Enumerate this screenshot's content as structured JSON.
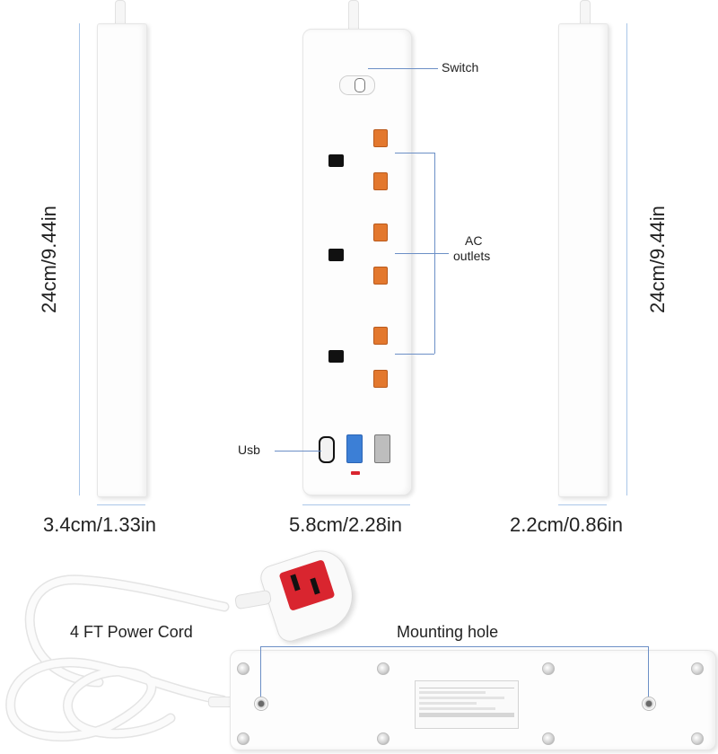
{
  "dimensions": {
    "height_left": "24cm/9.44in",
    "height_right": "24cm/9.44in",
    "width_left": "3.4cm/1.33in",
    "width_center": "5.8cm/2.28in",
    "width_right": "2.2cm/0.86in"
  },
  "callouts": {
    "switch": "Switch",
    "ac_outlets_line1": "AC",
    "ac_outlets_line2": "outlets",
    "usb": "Usb"
  },
  "bottom": {
    "cord_label": "4 FT Power Cord",
    "mounting_label": "Mounting hole"
  },
  "colors": {
    "outlet_pin": "#e3782e",
    "plug_red": "#d9252f",
    "usb_blue": "#3c7fd6",
    "callout_line": "#6c8fc6"
  }
}
